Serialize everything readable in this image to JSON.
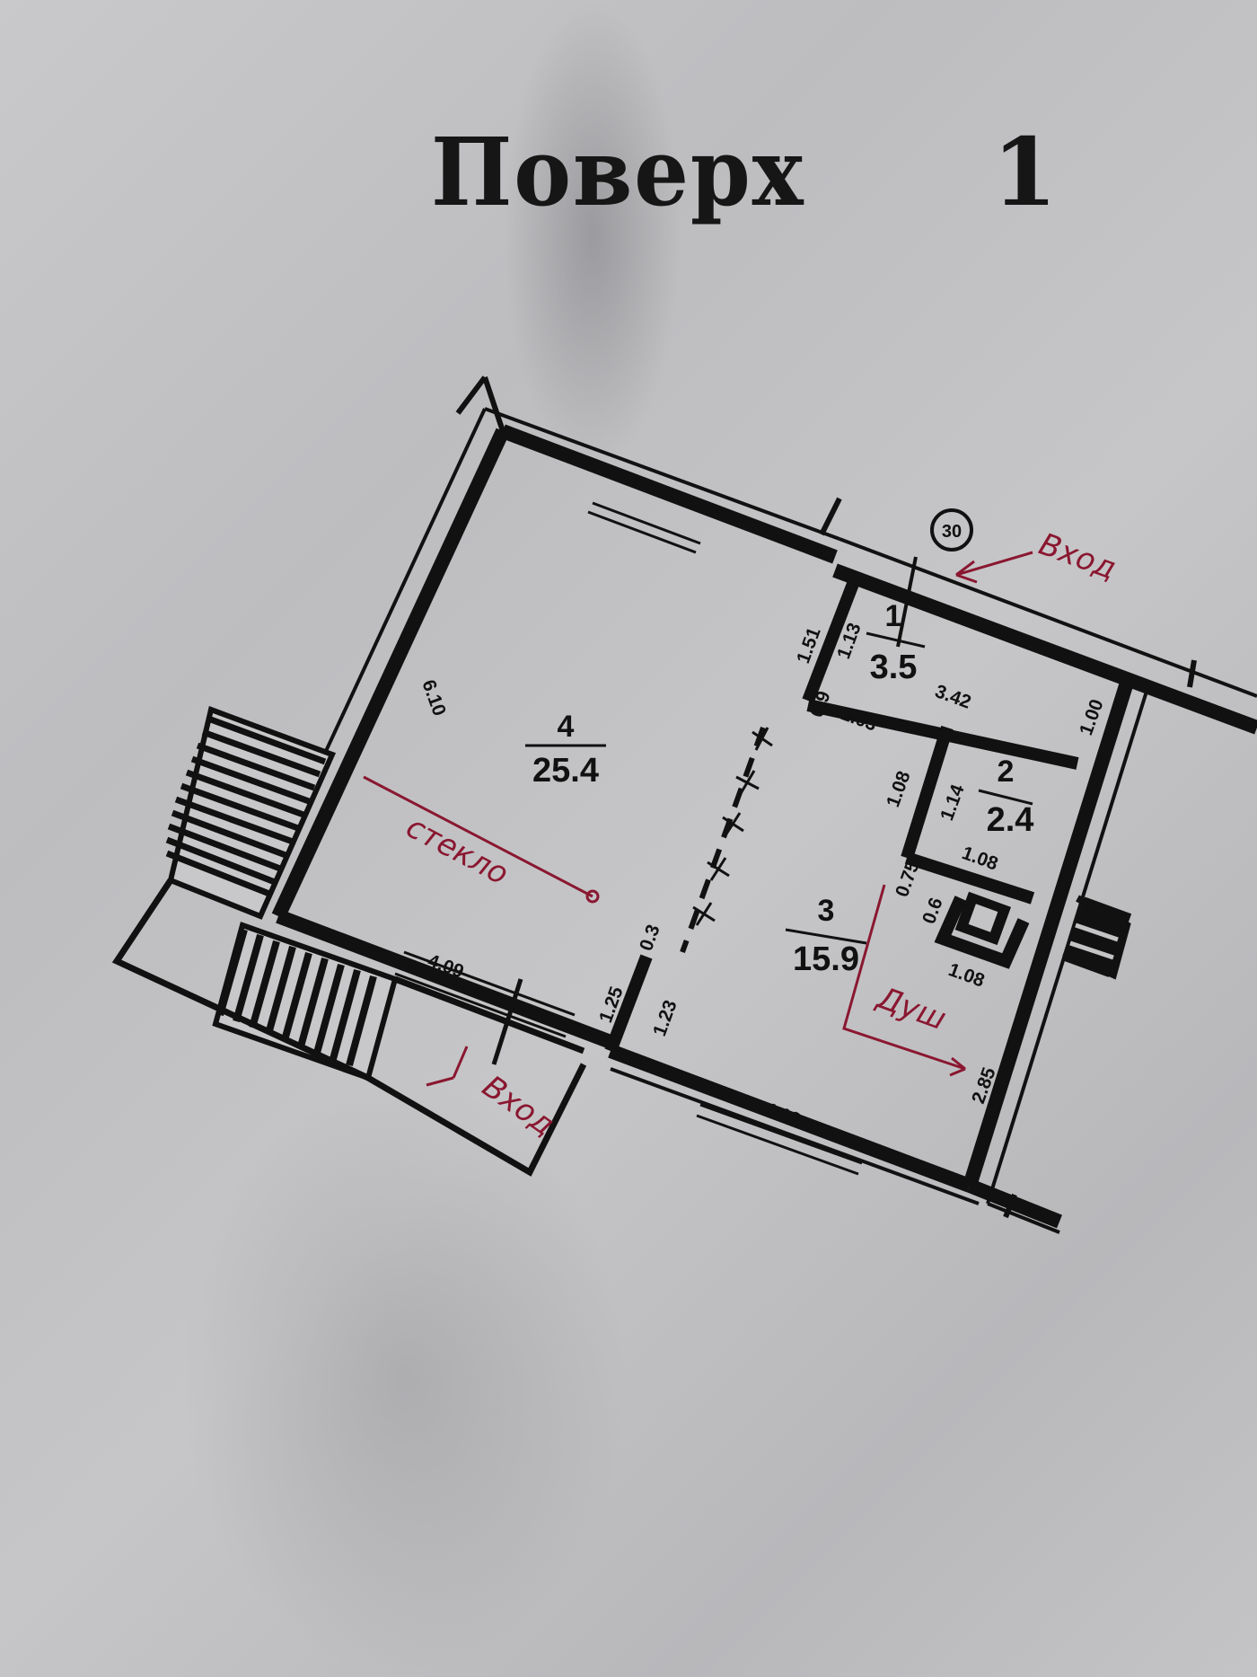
{
  "header": {
    "title": "Поверх",
    "floor_number": "1"
  },
  "rooms": [
    {
      "number": "1",
      "area": "3.5"
    },
    {
      "number": "2",
      "area": "2.4"
    },
    {
      "number": "3",
      "area": "15.9"
    },
    {
      "number": "4",
      "area": "25.4"
    }
  ],
  "dimensions": {
    "room4_side": "6.10",
    "room4_bottom": "4.09",
    "room1_left": "1.51",
    "room1_inner": "1.13",
    "room1_small": "0.9",
    "room1_bottom": "1.03",
    "room1_right": "3.42",
    "room1_far": "1.00",
    "room2_left": "1.08",
    "room2_inner": "1.14",
    "room2_bottom": "1.08",
    "room3_niche": "0.75",
    "room3_niche2": "0.6",
    "room3_right": "1.08",
    "room3_far": "2.85",
    "room3_bottom": "4.12",
    "partition_a": "1.25",
    "partition_b": "1.23",
    "partition_c": "0.3"
  },
  "marker": {
    "label": "30"
  },
  "handwritten": {
    "entry_top": "Вход",
    "entry_bottom": "Вход",
    "glass": "стекло",
    "shower": "Душ"
  },
  "colors": {
    "ink": "#111111",
    "pen": "#8a1730",
    "paper": "#c4c4c6"
  }
}
